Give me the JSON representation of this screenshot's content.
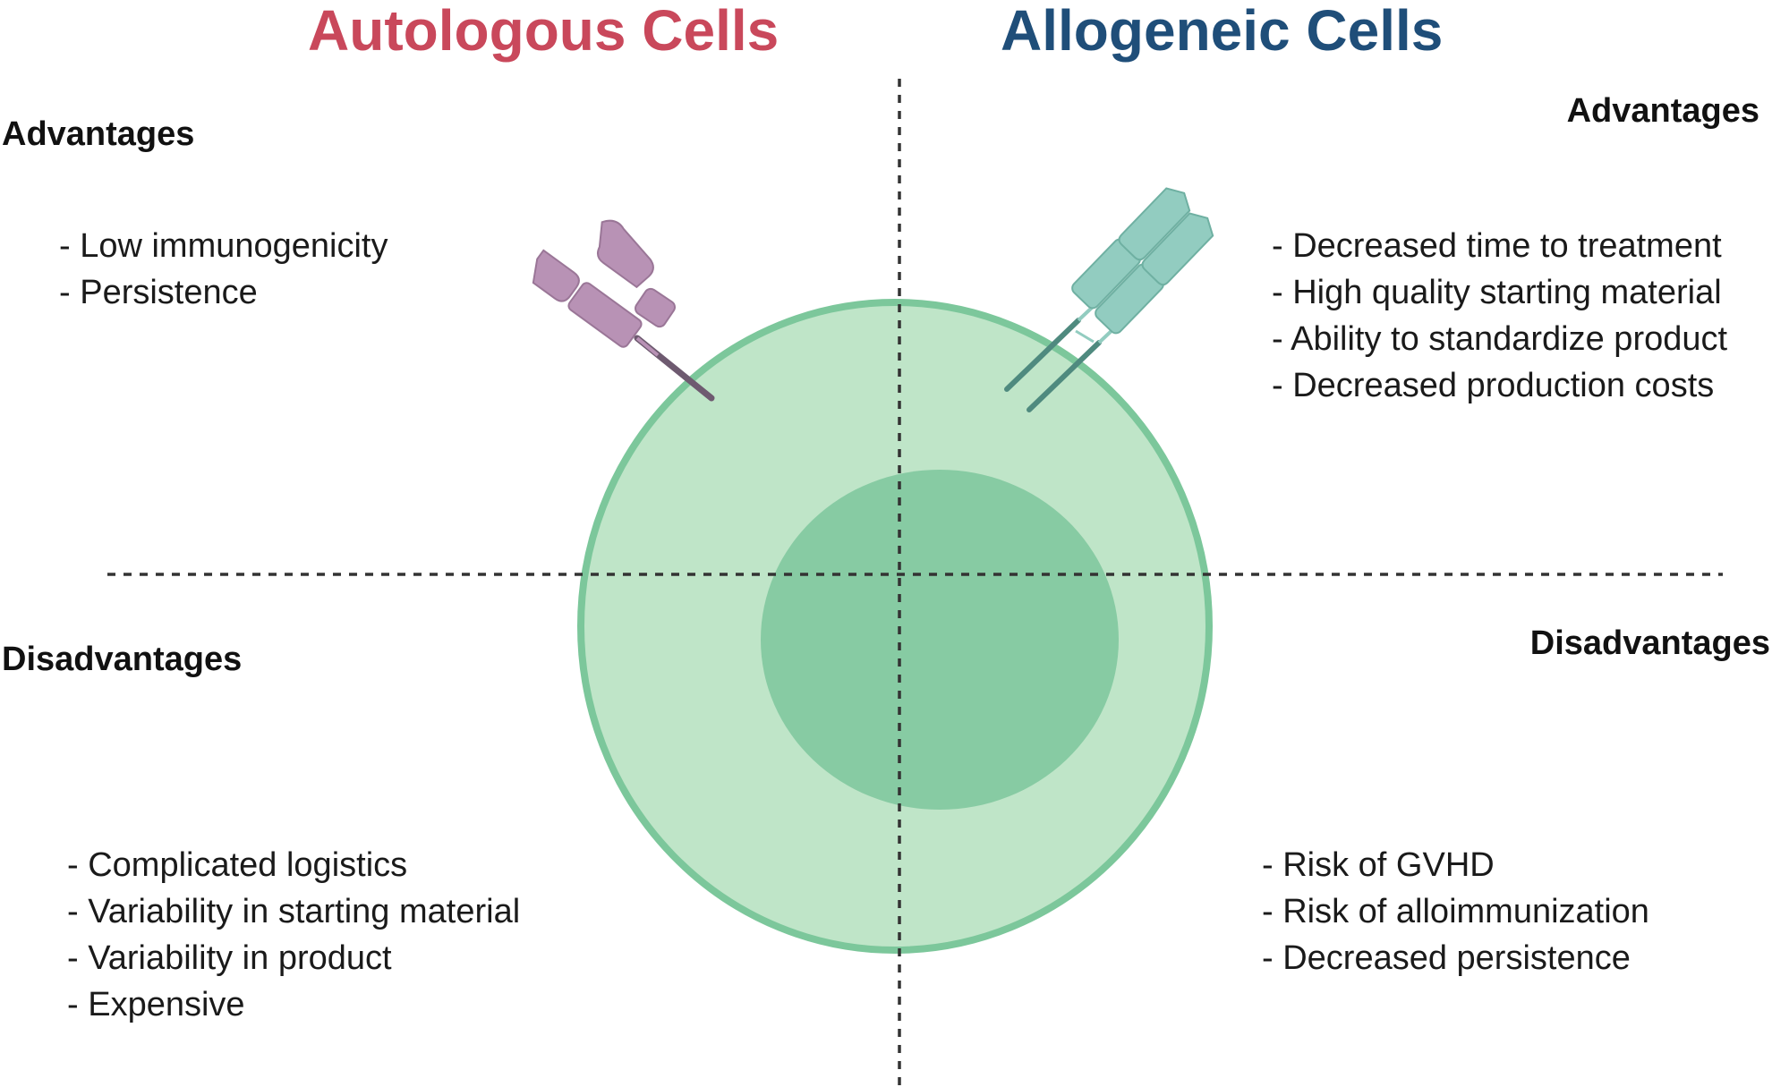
{
  "left": {
    "title": "Autologous Cells",
    "advantages_label": "Advantages",
    "advantages": [
      "Low immunogenicity",
      "Persistence"
    ],
    "disadvantages_label": "Disadvantages",
    "disadvantages": [
      "Complicated logistics",
      "Variability in starting material",
      "Variability in product",
      "Expensive"
    ]
  },
  "right": {
    "title": "Allogeneic Cells",
    "advantages_label": "Advantages",
    "advantages": [
      "Decreased time to treatment",
      "High quality starting material",
      "Ability to standardize product",
      "Decreased production costs"
    ],
    "disadvantages_label": "Disadvantages",
    "disadvantages": [
      "Risk of GVHD",
      "Risk of alloimmunization",
      "Decreased persistence"
    ]
  },
  "colors": {
    "autologous_title": "#c9485b",
    "allogeneic_title": "#1f4e79",
    "cell_membrane": "#7cc79b",
    "cell_body": "#bfe5c8",
    "nucleus": "#87cba3",
    "receptor_autologous": "#b892b5",
    "receptor_allogeneic": "#92ccc0",
    "divider": "#333333"
  },
  "icons": {
    "cell": "t-cell-icon",
    "autologous_receptor": "hla-receptor-icon",
    "allogeneic_receptor": "t-cell-receptor-icon"
  }
}
